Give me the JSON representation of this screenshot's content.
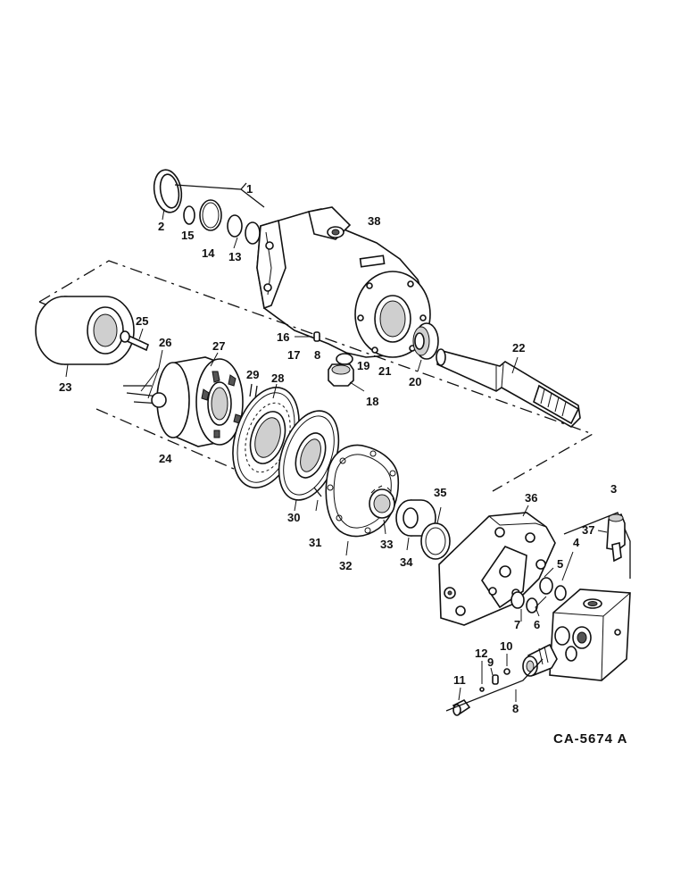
{
  "diagram_code": "CA-5674 A",
  "callouts": [
    {
      "id": "c1",
      "text": "1"
    },
    {
      "id": "c2",
      "text": "2"
    },
    {
      "id": "c3",
      "text": "3"
    },
    {
      "id": "c4",
      "text": "4"
    },
    {
      "id": "c5",
      "text": "5"
    },
    {
      "id": "c6",
      "text": "6"
    },
    {
      "id": "c7",
      "text": "7"
    },
    {
      "id": "c8",
      "text": "8"
    },
    {
      "id": "c8b",
      "text": "8"
    },
    {
      "id": "c9",
      "text": "9"
    },
    {
      "id": "c10",
      "text": "10"
    },
    {
      "id": "c11",
      "text": "11"
    },
    {
      "id": "c12",
      "text": "12"
    },
    {
      "id": "c13",
      "text": "13"
    },
    {
      "id": "c14",
      "text": "14"
    },
    {
      "id": "c15",
      "text": "15"
    },
    {
      "id": "c16",
      "text": "16"
    },
    {
      "id": "c17",
      "text": "17"
    },
    {
      "id": "c18",
      "text": "18"
    },
    {
      "id": "c19",
      "text": "19"
    },
    {
      "id": "c20",
      "text": "20"
    },
    {
      "id": "c21",
      "text": "21"
    },
    {
      "id": "c22",
      "text": "22"
    },
    {
      "id": "c23",
      "text": "23"
    },
    {
      "id": "c24",
      "text": "24"
    },
    {
      "id": "c25",
      "text": "25"
    },
    {
      "id": "c26",
      "text": "26"
    },
    {
      "id": "c27",
      "text": "27"
    },
    {
      "id": "c28",
      "text": "28"
    },
    {
      "id": "c29",
      "text": "29"
    },
    {
      "id": "c30",
      "text": "30"
    },
    {
      "id": "c31",
      "text": "31"
    },
    {
      "id": "c32",
      "text": "32"
    },
    {
      "id": "c33",
      "text": "33"
    },
    {
      "id": "c34",
      "text": "34"
    },
    {
      "id": "c35",
      "text": "35"
    },
    {
      "id": "c36",
      "text": "36"
    },
    {
      "id": "c37",
      "text": "37"
    },
    {
      "id": "c38",
      "text": "38"
    }
  ]
}
